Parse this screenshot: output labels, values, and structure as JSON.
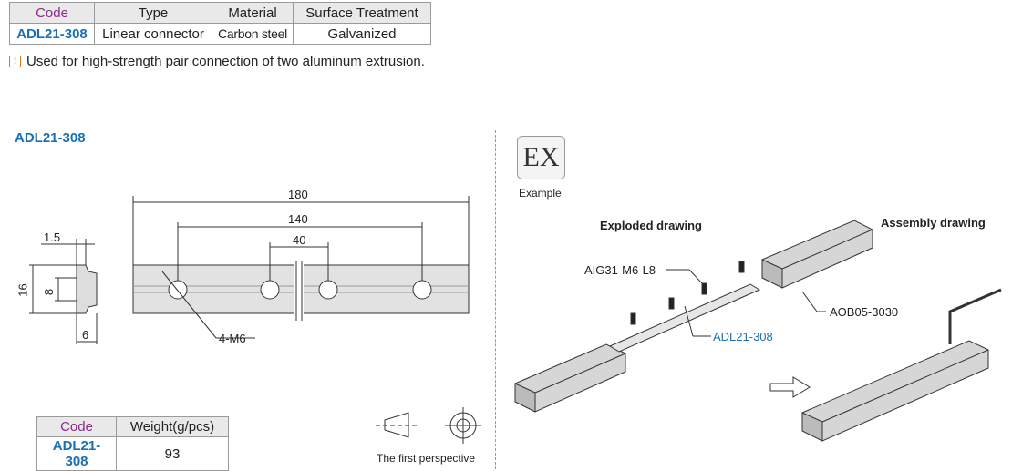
{
  "spec_table": {
    "headers": [
      "Code",
      "Type",
      "Material",
      "Surface Treatment"
    ],
    "row": [
      "ADL21-308",
      "Linear connector",
      "Carbon steel",
      "Galvanized"
    ]
  },
  "note": "Used for high-strength pair connection of two aluminum extrusion.",
  "section_title": "ADL21-308",
  "dimensions": {
    "overall": "180",
    "holes_outer": "140",
    "holes_inner": "40",
    "thickness": "1.5",
    "height": "16",
    "slot": "8",
    "width": "6",
    "holes": "4-M6"
  },
  "example": {
    "badge": "EX",
    "label": "Example",
    "exploded_title": "Exploded drawing",
    "assembly_title": "Assembly drawing",
    "callout_screw": "AIG31-M6-L8",
    "callout_connector": "ADL21-308",
    "callout_profile": "AOB05-3030"
  },
  "weight_table": {
    "headers": [
      "Code",
      "Weight(g/pcs)"
    ],
    "row": [
      "ADL21-308",
      "93"
    ]
  },
  "perspective_label": "The first perspective",
  "colors": {
    "accent_blue": "#1a6fb5",
    "header_purple": "#8a2a8a",
    "warning_orange": "#e37b1c"
  }
}
